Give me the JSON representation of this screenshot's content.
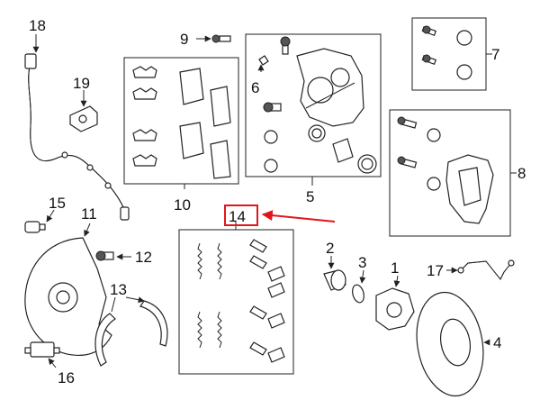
{
  "labels": {
    "c1": "1",
    "c2": "2",
    "c3": "3",
    "c4": "4",
    "c5": "5",
    "c6": "6",
    "c7": "7",
    "c8": "8",
    "c9": "9",
    "c10": "10",
    "c11": "11",
    "c12": "12",
    "c13": "13",
    "c14": "14",
    "c15": "15",
    "c16": "16",
    "c17": "17",
    "c18": "18",
    "c19": "19"
  },
  "colors": {
    "highlight": "#e0161b",
    "line": "#222222"
  }
}
